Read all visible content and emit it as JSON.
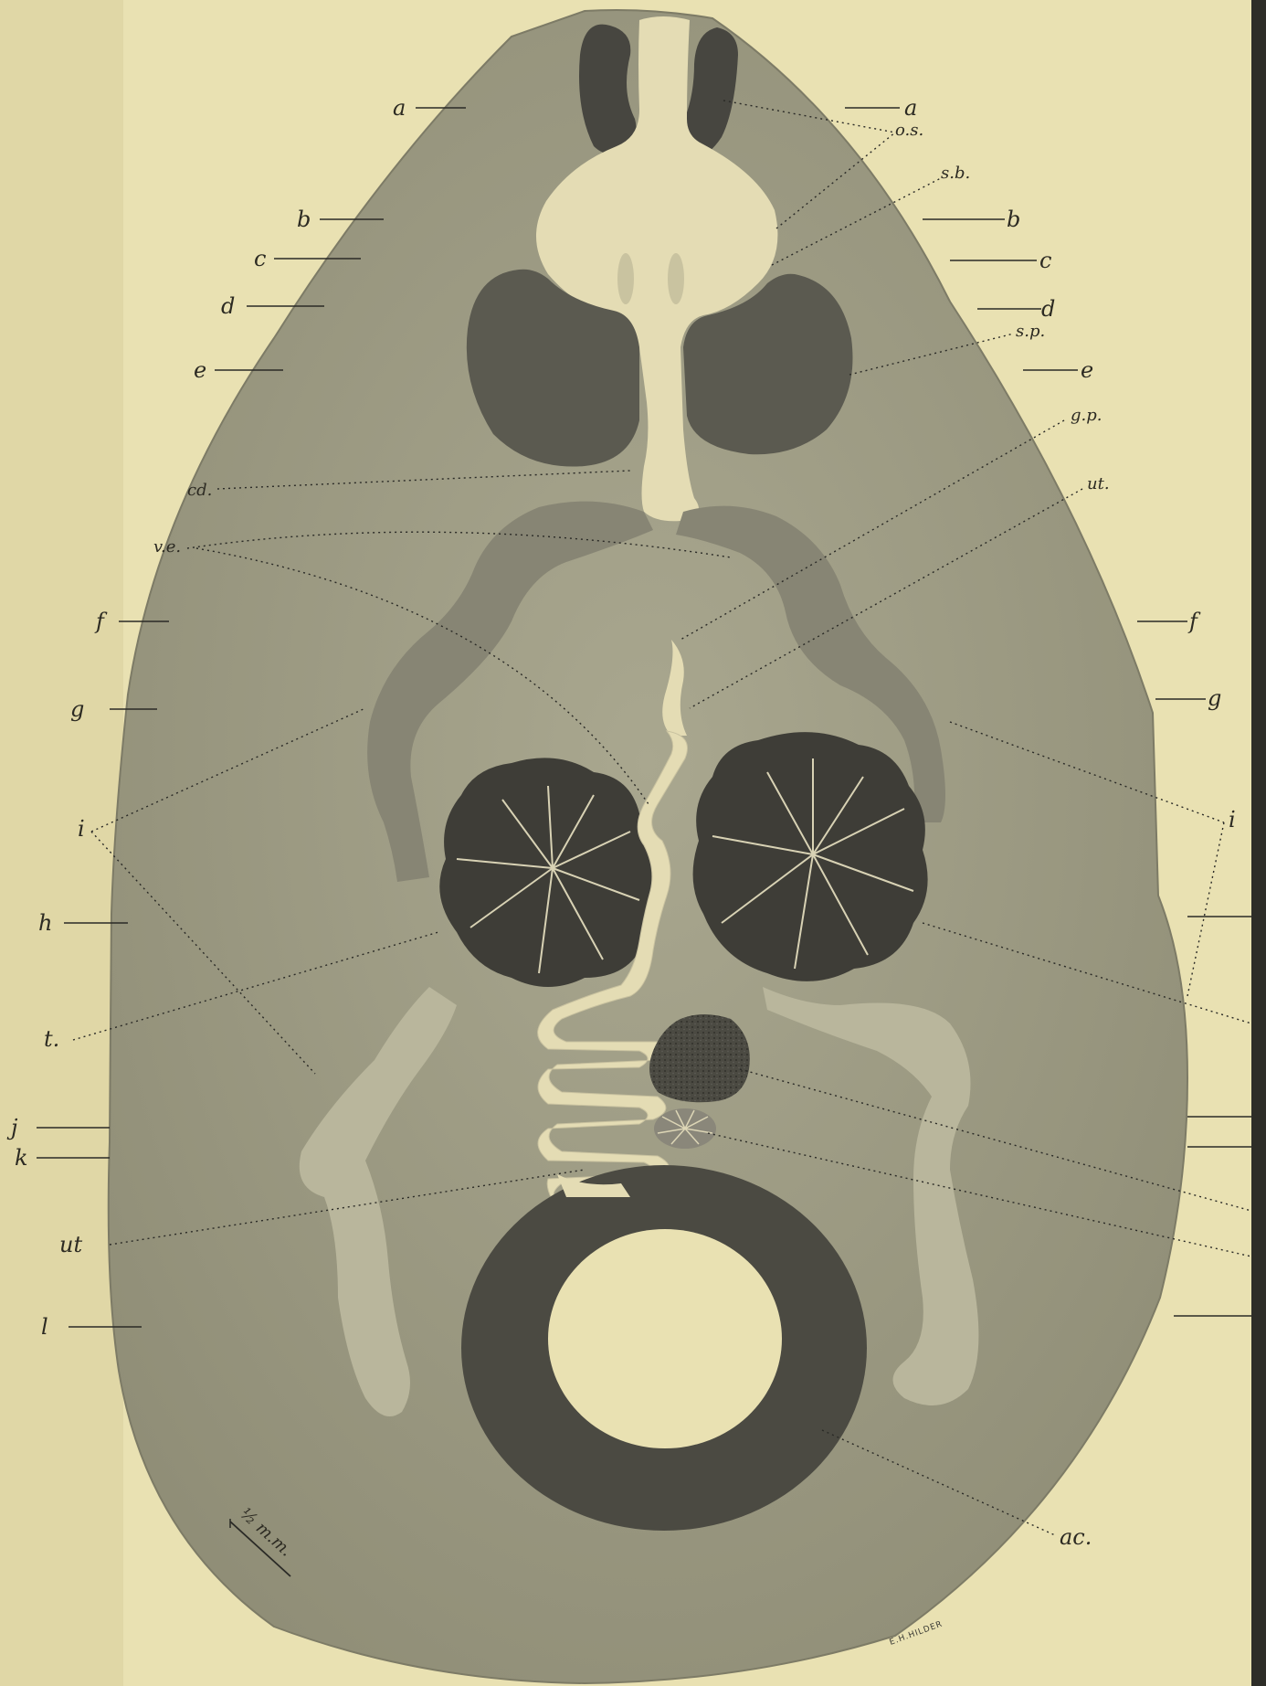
{
  "plate": {
    "paper_color": "#e9e1b2",
    "body_color": "#9f9e86",
    "dark_organ_color": "#4b4a42",
    "pale_organ_color": "#e4dcb4",
    "left_labels": [
      {
        "id": "a",
        "text": "a"
      },
      {
        "id": "b",
        "text": "b"
      },
      {
        "id": "c",
        "text": "c"
      },
      {
        "id": "d",
        "text": "d"
      },
      {
        "id": "e",
        "text": "e"
      },
      {
        "id": "cd",
        "text": "cd."
      },
      {
        "id": "ve",
        "text": "v.e."
      },
      {
        "id": "f",
        "text": "f"
      },
      {
        "id": "g",
        "text": "g"
      },
      {
        "id": "i",
        "text": "i"
      },
      {
        "id": "h",
        "text": "h"
      },
      {
        "id": "t",
        "text": "t."
      },
      {
        "id": "j",
        "text": "j"
      },
      {
        "id": "k",
        "text": "k"
      },
      {
        "id": "ut",
        "text": "ut"
      },
      {
        "id": "l",
        "text": "l"
      }
    ],
    "right_labels": [
      {
        "id": "a",
        "text": "a"
      },
      {
        "id": "os",
        "text": "o.s."
      },
      {
        "id": "sb",
        "text": "s.b."
      },
      {
        "id": "b",
        "text": "b"
      },
      {
        "id": "c",
        "text": "c"
      },
      {
        "id": "d",
        "text": "d"
      },
      {
        "id": "sp",
        "text": "s.p."
      },
      {
        "id": "e",
        "text": "e"
      },
      {
        "id": "gp",
        "text": "g.p."
      },
      {
        "id": "ut",
        "text": "ut."
      },
      {
        "id": "f",
        "text": "f"
      },
      {
        "id": "g",
        "text": "g"
      },
      {
        "id": "i",
        "text": "i"
      },
      {
        "id": "ac",
        "text": "ac."
      }
    ],
    "scale_bar_text": "½ m.m.",
    "artist_signature": "E.H.HILDER"
  }
}
